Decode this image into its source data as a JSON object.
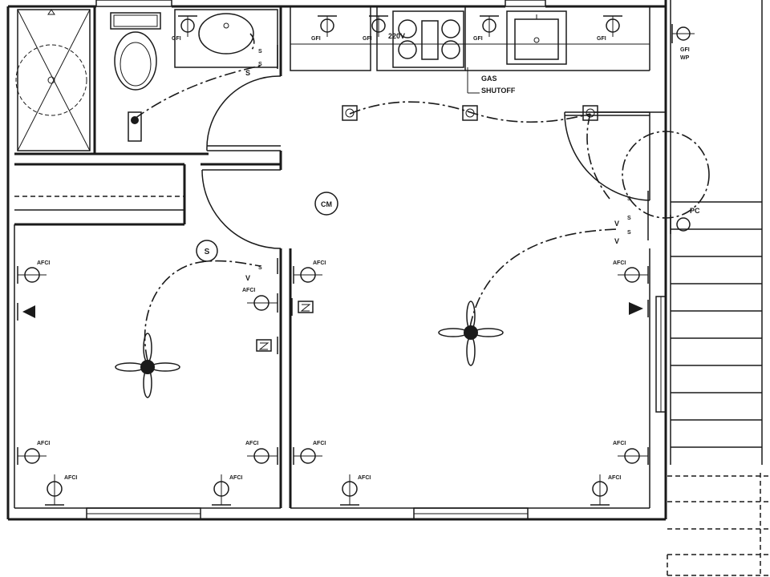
{
  "labels": {
    "afci": "AFCI",
    "gfi": "GFI",
    "gfi_wp": "WP",
    "gas_shutoff_line1": "GAS",
    "gas_shutoff_line2": "SHUTOFF",
    "range_receptacle": "220V",
    "switch": "S",
    "ceiling_monitor": "CM",
    "pc": "PC",
    "switch_mark": "V"
  }
}
